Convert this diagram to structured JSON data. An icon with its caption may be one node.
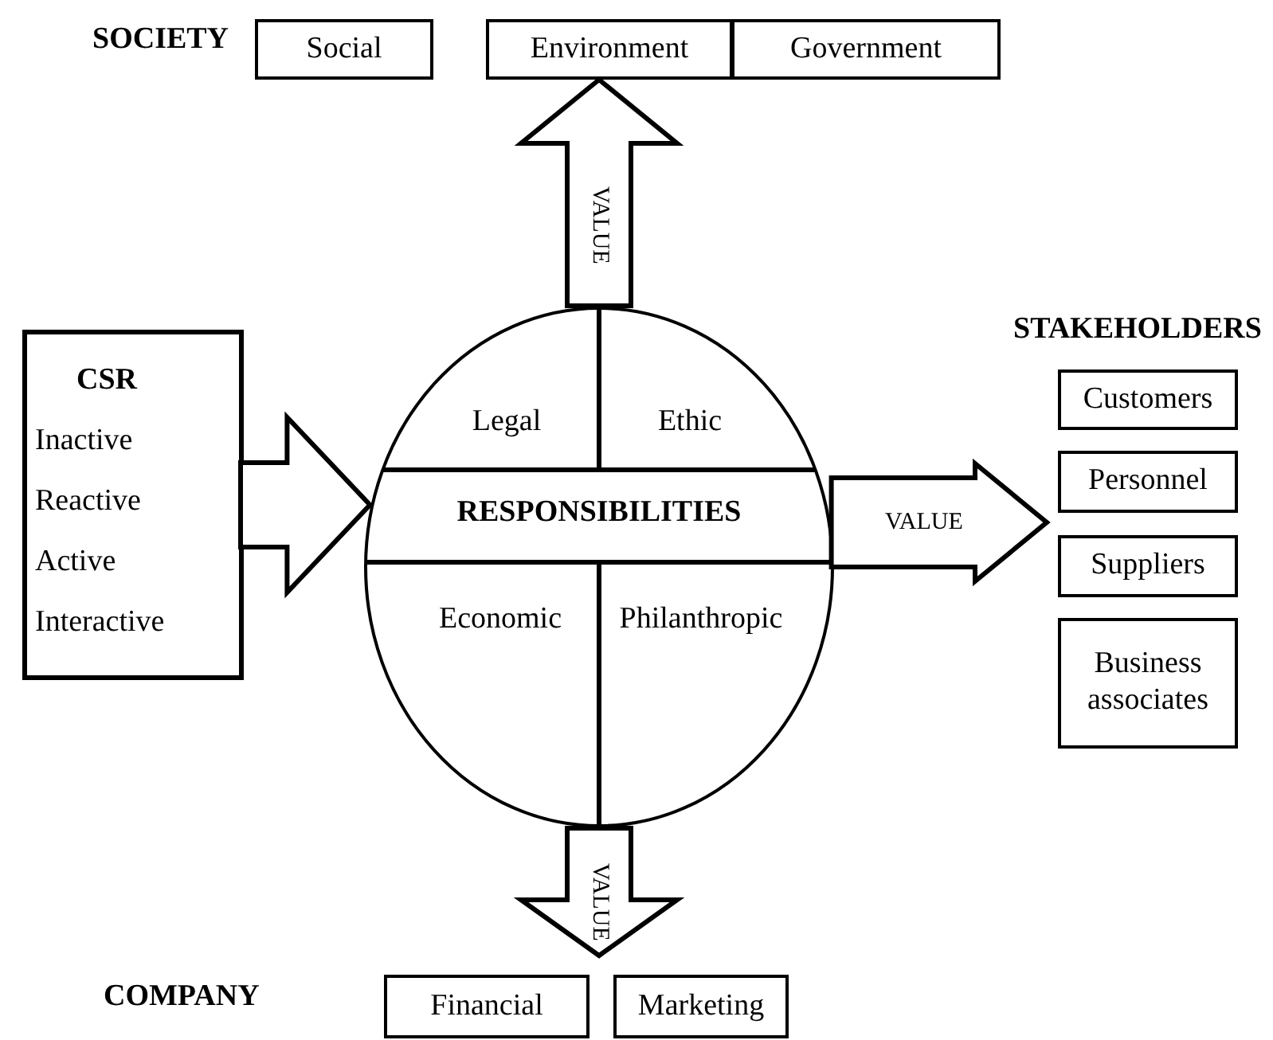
{
  "diagram": {
    "nodes": [
      {
        "text": [
          "Social"
        ]
      },
      {
        "text": [
          "Environment"
        ]
      },
      {
        "text": [
          "Government"
        ]
      },
      {
        "text": [
          "CSR",
          "Inactive",
          "Reactive",
          "Active",
          "Interactive"
        ]
      },
      {
        "text": [
          "RESPONSIBILITIES"
        ]
      },
      {
        "text": [
          "Legal"
        ],
        "in": 4
      },
      {
        "text": [
          "Ethic"
        ],
        "in": 4
      },
      {
        "text": [
          "Economic"
        ],
        "in": 4
      },
      {
        "text": [
          "Philanthropic"
        ],
        "in": 4
      },
      {
        "text": [
          "Customers"
        ]
      },
      {
        "text": [
          "Personnel"
        ]
      },
      {
        "text": [
          "Suppliers"
        ]
      },
      {
        "text": [
          "Business associates"
        ]
      },
      {
        "text": [
          "Financial"
        ]
      },
      {
        "text": [
          "Marketing"
        ]
      }
    ],
    "edges": [
      {
        "from": 4,
        "to": 1,
        "arrow": "to",
        "label": "VALUE",
        "style": "thick"
      },
      {
        "from": 3,
        "to": 4,
        "arrow": "to",
        "style": "thick"
      },
      {
        "from": 4,
        "to": null,
        "arrow": "to",
        "label": "VALUE",
        "style": "thick"
      },
      {
        "from": 4,
        "to": null,
        "arrow": "to",
        "label": "VALUE",
        "style": "thick"
      }
    ],
    "labels": [
      "SOCIETY",
      "STAKEHOLDERS",
      "COMPANY"
    ]
  }
}
